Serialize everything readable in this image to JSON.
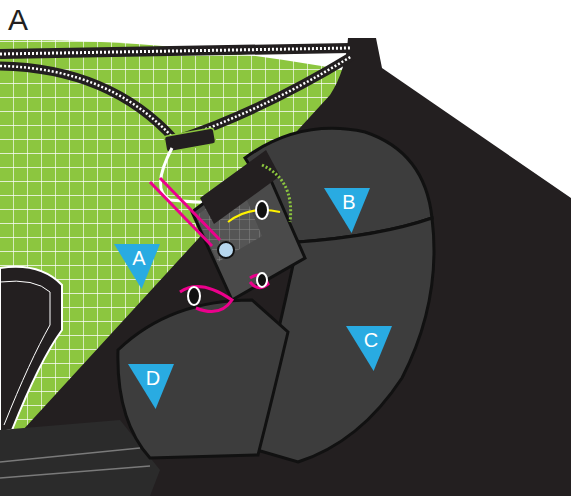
{
  "diagram": {
    "nodes": [
      {
        "text": [
          "A"
        ]
      },
      {
        "text": [
          "B"
        ]
      },
      {
        "text": [
          "C"
        ]
      },
      {
        "text": [
          "D"
        ]
      }
    ],
    "labels": [
      "A"
    ]
  }
}
